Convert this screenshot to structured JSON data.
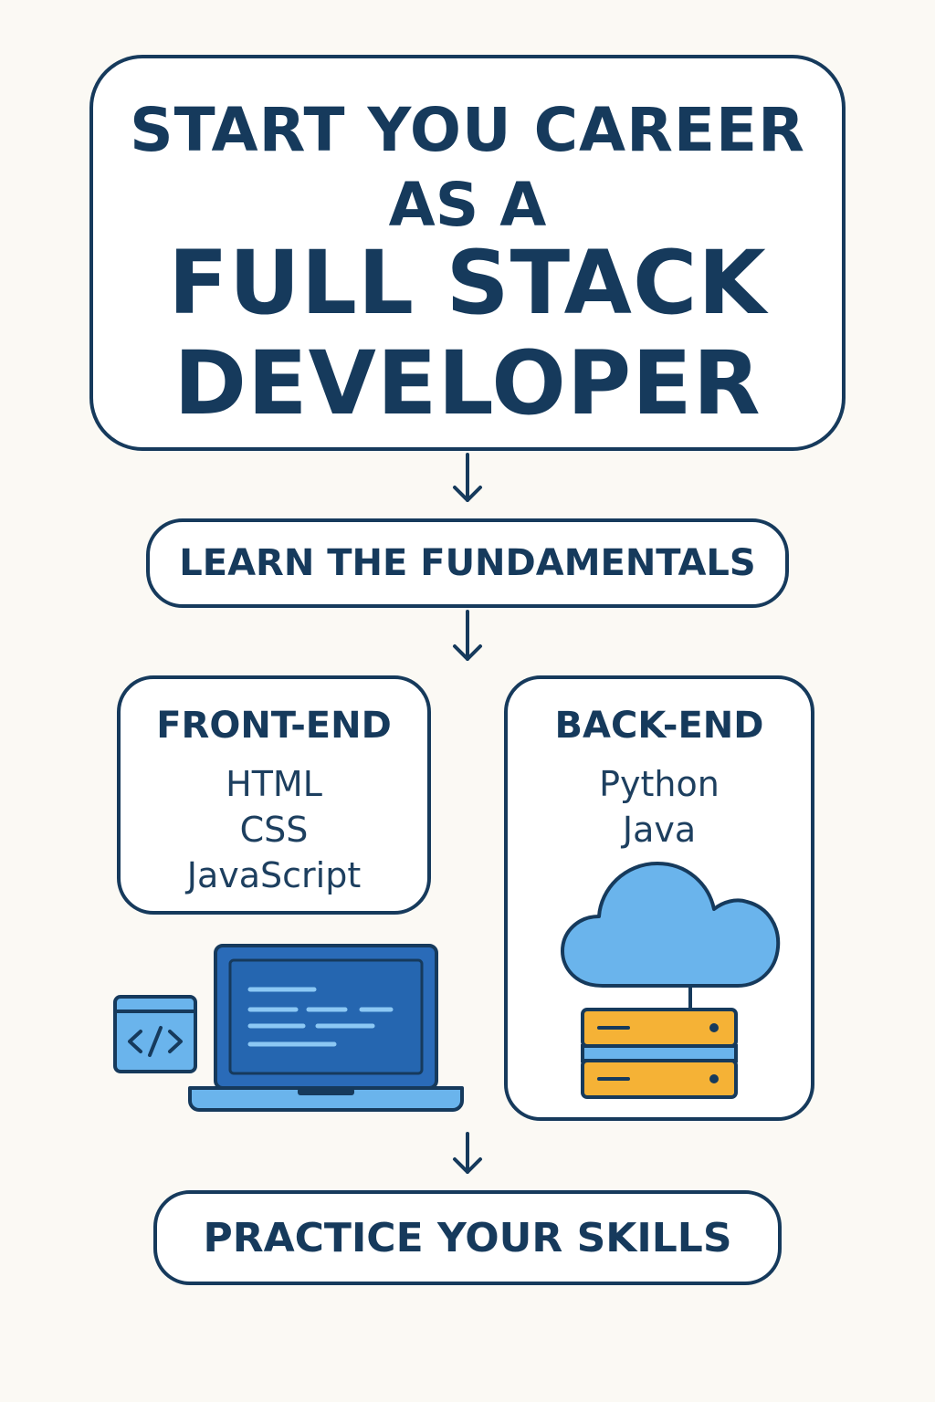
{
  "title": {
    "line1": "START YOU CAREER",
    "line2": "AS A",
    "line3": "FULL STACK",
    "line4": "DEVELOPER"
  },
  "step1": {
    "label": "LEARN THE FUNDAMENTALS"
  },
  "front_end": {
    "title": "FRONT-END",
    "items": [
      "HTML",
      "CSS",
      "JavaScript"
    ]
  },
  "back_end": {
    "title": "BACK-END",
    "items": [
      "Python",
      "Java"
    ]
  },
  "step2": {
    "label": "PRACTICE YOUR SKILLS"
  },
  "icons": {
    "laptop": "laptop-icon",
    "code_window": "code-window-icon",
    "cloud": "cloud-icon",
    "server": "server-icon",
    "arrow": "arrow-down-icon"
  },
  "colors": {
    "ink": "#163a5c",
    "background": "#fbf9f4",
    "blue_dark": "#2a6bb8",
    "blue_light": "#6ab4ec",
    "server_yellow": "#f5b236"
  }
}
